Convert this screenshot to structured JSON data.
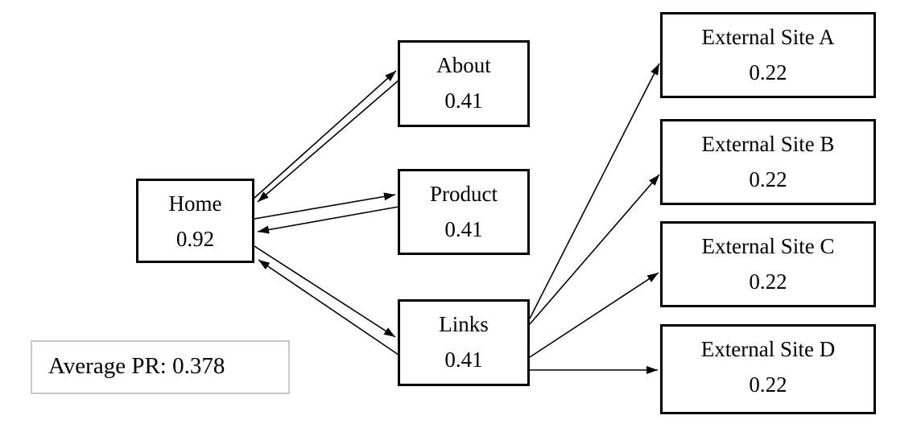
{
  "diagram": {
    "type": "pagerank-link-graph",
    "nodes": {
      "home": {
        "label": "Home",
        "value": "0.92"
      },
      "about": {
        "label": "About",
        "value": "0.41"
      },
      "product": {
        "label": "Product",
        "value": "0.41"
      },
      "links": {
        "label": "Links",
        "value": "0.41"
      },
      "external_a": {
        "label": "External Site A",
        "value": "0.22"
      },
      "external_b": {
        "label": "External Site B",
        "value": "0.22"
      },
      "external_c": {
        "label": "External Site C",
        "value": "0.22"
      },
      "external_d": {
        "label": "External Site D",
        "value": "0.22"
      }
    },
    "edges": [
      {
        "from": "Home",
        "to": "About",
        "direction": "both"
      },
      {
        "from": "Home",
        "to": "Product",
        "direction": "both"
      },
      {
        "from": "Home",
        "to": "Links",
        "direction": "both"
      },
      {
        "from": "Links",
        "to": "External Site A",
        "direction": "one-way"
      },
      {
        "from": "Links",
        "to": "External Site B",
        "direction": "one-way"
      },
      {
        "from": "Links",
        "to": "External Site C",
        "direction": "one-way"
      },
      {
        "from": "Links",
        "to": "External Site D",
        "direction": "one-way"
      }
    ],
    "annotation": {
      "label": "Average PR: 0.378"
    },
    "colors": {
      "box_border": "#000000",
      "annotation_border": "#c8c8c8",
      "text": "#000000",
      "background": "#ffffff",
      "arrow": "#000000"
    }
  }
}
